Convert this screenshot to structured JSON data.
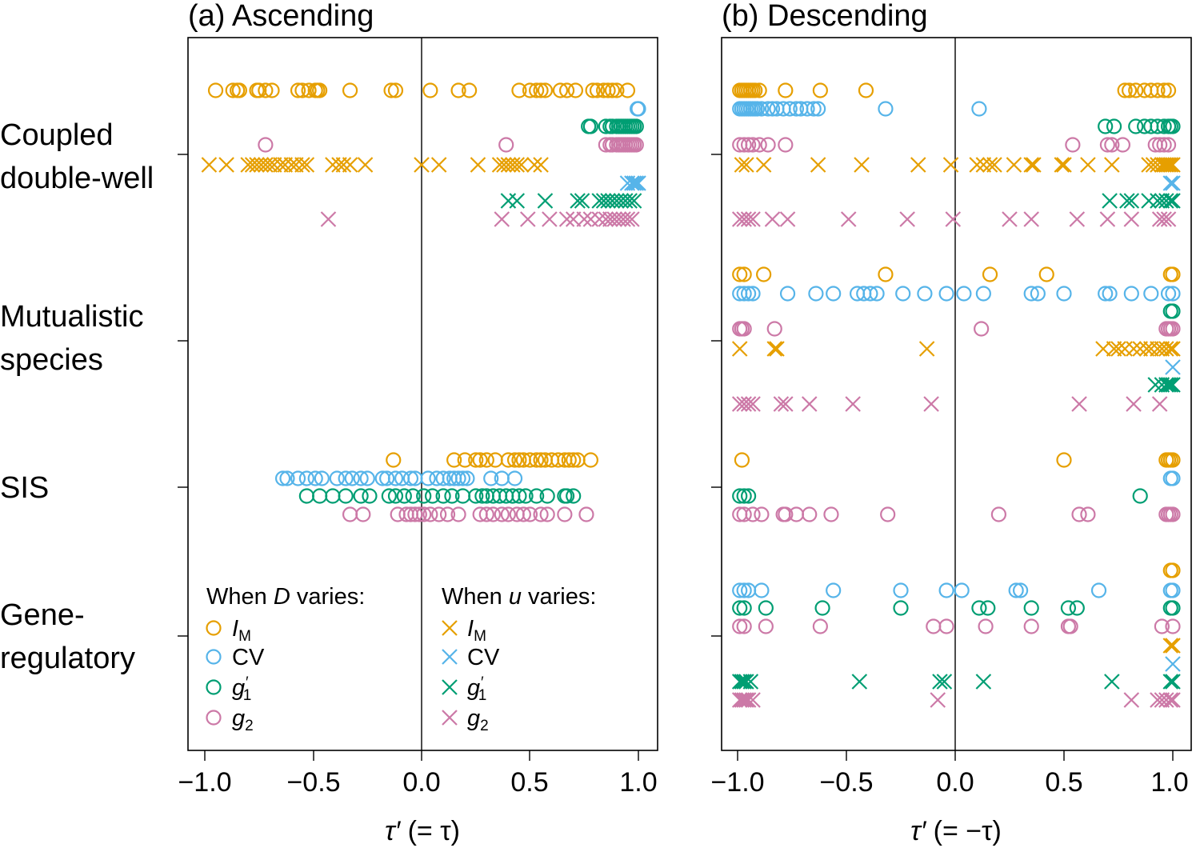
{
  "colors": {
    "I_M": "#E69F00",
    "CV": "#56B4E9",
    "g1": "#009E73",
    "g2": "#CC79A7",
    "axis": "#000000"
  },
  "panels": [
    {
      "title": "(a) Ascending",
      "xlabel_sym": "τ′",
      "xlabel_rest": " (= τ)"
    },
    {
      "title": "(b) Descending",
      "xlabel_sym": "τ′",
      "xlabel_rest": " (= −τ)"
    }
  ],
  "row_labels": [
    [
      "Coupled",
      "double-well"
    ],
    [
      "Mutualistic",
      "species"
    ],
    [
      "SIS"
    ],
    [
      "Gene-",
      "regulatory"
    ]
  ],
  "xticks": [
    "−1.0",
    "−0.5",
    "0.0",
    "0.5",
    "1.0"
  ],
  "legend": {
    "d_title_pre": "When ",
    "d_title_var": "D",
    "d_title_post": " varies:",
    "u_title_pre": "When ",
    "u_title_var": "u",
    "u_title_post": " varies:",
    "items": [
      {
        "key": "I_M",
        "main": "I",
        "sub": "M",
        "prime": "",
        "italic": true
      },
      {
        "key": "CV",
        "main": "CV",
        "sub": "",
        "prime": "",
        "italic": false
      },
      {
        "key": "g1",
        "main": "g",
        "sub": "1",
        "prime": "′",
        "italic": true
      },
      {
        "key": "g2",
        "main": "g",
        "sub": "2",
        "prime": "",
        "italic": true
      }
    ]
  },
  "chart_data": [
    {
      "type": "scatter",
      "title": "(a) Ascending",
      "xlabel": "τ′ (= τ)",
      "xlim": [
        -1.08,
        1.08
      ],
      "xticks": [
        -1.0,
        -0.5,
        0.0,
        0.5,
        1.0
      ],
      "vline": 0,
      "series": [
        {
          "system": "Coupled double-well",
          "varied": "D",
          "indicator": "I_M",
          "marker": "circle",
          "x": [
            -0.95,
            -0.87,
            -0.85,
            -0.84,
            -0.76,
            -0.75,
            -0.72,
            -0.69,
            -0.57,
            -0.55,
            -0.52,
            -0.49,
            -0.48,
            -0.47,
            -0.33,
            -0.14,
            -0.12,
            0.04,
            0.17,
            0.22,
            0.45,
            0.5,
            0.53,
            0.55,
            0.57,
            0.64,
            0.67,
            0.71,
            0.79,
            0.81,
            0.84,
            0.86,
            0.88,
            0.9,
            0.95
          ]
        },
        {
          "system": "Coupled double-well",
          "varied": "D",
          "indicator": "CV",
          "marker": "circle",
          "x": [
            0.995,
            0.999,
            1.0
          ]
        },
        {
          "system": "Coupled double-well",
          "varied": "D",
          "indicator": "g1",
          "marker": "circle",
          "x": [
            0.77,
            0.78,
            0.85,
            0.87,
            0.88,
            0.9,
            0.91,
            0.92,
            0.93,
            0.94,
            0.95,
            0.96,
            0.97,
            0.98,
            0.99
          ]
        },
        {
          "system": "Coupled double-well",
          "varied": "D",
          "indicator": "g2",
          "marker": "circle",
          "x": [
            -0.72,
            0.39,
            0.85,
            0.87,
            0.88,
            0.9,
            0.91,
            0.92,
            0.93,
            0.94,
            0.95,
            0.96,
            0.97,
            0.98,
            0.99
          ]
        },
        {
          "system": "Coupled double-well",
          "varied": "u",
          "indicator": "I_M",
          "marker": "x",
          "x": [
            -0.98,
            -0.9,
            -0.8,
            -0.78,
            -0.76,
            -0.74,
            -0.72,
            -0.7,
            -0.68,
            -0.65,
            -0.63,
            -0.6,
            -0.58,
            -0.55,
            -0.53,
            -0.41,
            -0.38,
            -0.36,
            -0.33,
            -0.26,
            0.0,
            0.08,
            0.26,
            0.36,
            0.38,
            0.4,
            0.42,
            0.44,
            0.46,
            0.52,
            0.55
          ]
        },
        {
          "system": "Coupled double-well",
          "varied": "u",
          "indicator": "CV",
          "marker": "x",
          "x": [
            0.95,
            0.97,
            0.98,
            0.99,
            1.0
          ]
        },
        {
          "system": "Coupled double-well",
          "varied": "u",
          "indicator": "g1",
          "marker": "x",
          "x": [
            0.4,
            0.44,
            0.57,
            0.72,
            0.74,
            0.82,
            0.84,
            0.86,
            0.88,
            0.9,
            0.92,
            0.94,
            0.96,
            0.98
          ]
        },
        {
          "system": "Coupled double-well",
          "varied": "u",
          "indicator": "g2",
          "marker": "x",
          "x": [
            -0.43,
            0.37,
            0.49,
            0.59,
            0.67,
            0.7,
            0.75,
            0.78,
            0.82,
            0.85,
            0.87,
            0.89,
            0.91,
            0.93,
            0.95,
            0.97
          ]
        },
        {
          "system": "SIS",
          "varied": "D",
          "indicator": "I_M",
          "marker": "circle",
          "x": [
            -0.13,
            0.15,
            0.2,
            0.25,
            0.27,
            0.3,
            0.34,
            0.4,
            0.43,
            0.45,
            0.47,
            0.5,
            0.53,
            0.55,
            0.57,
            0.6,
            0.63,
            0.66,
            0.68,
            0.7,
            0.72,
            0.78
          ]
        },
        {
          "system": "SIS",
          "varied": "D",
          "indicator": "CV",
          "marker": "circle",
          "x": [
            -0.64,
            -0.62,
            -0.57,
            -0.53,
            -0.49,
            -0.46,
            -0.39,
            -0.35,
            -0.32,
            -0.28,
            -0.25,
            -0.18,
            -0.16,
            -0.12,
            -0.09,
            -0.05,
            -0.03,
            0.03,
            0.07,
            0.1,
            0.13,
            0.15,
            0.17,
            0.19,
            0.21,
            0.32,
            0.37,
            0.43
          ]
        },
        {
          "system": "SIS",
          "varied": "D",
          "indicator": "g1",
          "marker": "circle",
          "x": [
            -0.53,
            -0.47,
            -0.41,
            -0.35,
            -0.28,
            -0.24,
            -0.15,
            -0.12,
            -0.08,
            -0.04,
            0.01,
            0.05,
            0.1,
            0.14,
            0.19,
            0.25,
            0.28,
            0.3,
            0.33,
            0.36,
            0.39,
            0.42,
            0.45,
            0.48,
            0.53,
            0.58,
            0.66,
            0.67,
            0.7
          ]
        },
        {
          "system": "SIS",
          "varied": "D",
          "indicator": "g2",
          "marker": "circle",
          "x": [
            -0.33,
            -0.27,
            -0.11,
            -0.07,
            -0.05,
            -0.03,
            -0.01,
            0.01,
            0.04,
            0.08,
            0.12,
            0.17,
            0.27,
            0.3,
            0.33,
            0.37,
            0.4,
            0.44,
            0.47,
            0.5,
            0.55,
            0.58,
            0.66,
            0.76
          ]
        }
      ]
    },
    {
      "type": "scatter",
      "title": "(b) Descending",
      "xlabel": "τ′ (= −τ)",
      "xlim": [
        -1.08,
        1.08
      ],
      "xticks": [
        -1.0,
        -0.5,
        0.0,
        0.5,
        1.0
      ],
      "vline": 0,
      "series": [
        {
          "system": "Coupled double-well",
          "varied": "D",
          "indicator": "I_M",
          "marker": "circle",
          "x": [
            -0.99,
            -0.98,
            -0.97,
            -0.96,
            -0.95,
            -0.94,
            -0.93,
            -0.92,
            -0.9,
            -0.78,
            -0.62,
            -0.41,
            0.78,
            0.8,
            0.83,
            0.87,
            0.9,
            0.93,
            0.96,
            0.98
          ]
        },
        {
          "system": "Coupled double-well",
          "varied": "D",
          "indicator": "CV",
          "marker": "circle",
          "x": [
            -0.99,
            -0.98,
            -0.97,
            -0.96,
            -0.95,
            -0.94,
            -0.93,
            -0.92,
            -0.91,
            -0.89,
            -0.86,
            -0.84,
            -0.82,
            -0.79,
            -0.76,
            -0.73,
            -0.71,
            -0.68,
            -0.65,
            -0.63,
            -0.32,
            0.11
          ]
        },
        {
          "system": "Coupled double-well",
          "varied": "D",
          "indicator": "g1",
          "marker": "circle",
          "x": [
            0.69,
            0.73,
            0.83,
            0.87,
            0.9,
            0.93,
            0.96,
            0.98,
            0.99,
            1.0
          ]
        },
        {
          "system": "Coupled double-well",
          "varied": "D",
          "indicator": "g2",
          "marker": "circle",
          "x": [
            -0.99,
            -0.97,
            -0.95,
            -0.93,
            -0.9,
            -0.86,
            -0.78,
            0.54,
            0.7,
            0.72,
            0.77,
            0.92,
            0.94,
            0.96,
            0.98
          ]
        },
        {
          "system": "Coupled double-well",
          "varied": "u",
          "indicator": "I_M",
          "marker": "x",
          "x": [
            -0.98,
            -0.96,
            -0.88,
            -0.63,
            -0.43,
            -0.17,
            -0.02,
            0.1,
            0.13,
            0.16,
            0.18,
            0.27,
            0.35,
            0.36,
            0.49,
            0.5,
            0.61,
            0.72,
            0.89,
            0.91,
            0.93,
            0.95,
            0.96,
            0.97,
            0.98,
            0.99,
            1.0
          ]
        },
        {
          "system": "Coupled double-well",
          "varied": "u",
          "indicator": "CV",
          "marker": "x",
          "x": [
            0.99,
            1.0
          ]
        },
        {
          "system": "Coupled double-well",
          "varied": "u",
          "indicator": "g1",
          "marker": "x",
          "x": [
            0.71,
            0.79,
            0.81,
            0.89,
            0.93,
            0.95,
            0.97,
            0.99,
            1.0
          ]
        },
        {
          "system": "Coupled double-well",
          "varied": "u",
          "indicator": "g2",
          "marker": "x",
          "x": [
            -0.99,
            -0.97,
            -0.95,
            -0.93,
            -0.84,
            -0.77,
            -0.49,
            -0.22,
            -0.01,
            0.25,
            0.35,
            0.56,
            0.7,
            0.81,
            0.94,
            0.96,
            0.98
          ]
        },
        {
          "system": "Mutualistic species",
          "varied": "D",
          "indicator": "I_M",
          "marker": "circle",
          "x": [
            -0.99,
            -0.97,
            -0.88,
            -0.32,
            0.16,
            0.42,
            0.99,
            1.0
          ]
        },
        {
          "system": "Mutualistic species",
          "varied": "D",
          "indicator": "CV",
          "marker": "circle",
          "x": [
            -0.99,
            -0.97,
            -0.95,
            -0.93,
            -0.77,
            -0.64,
            -0.56,
            -0.45,
            -0.42,
            -0.39,
            -0.36,
            -0.24,
            -0.14,
            -0.04,
            0.04,
            0.13,
            0.35,
            0.38,
            0.5,
            0.69,
            0.71,
            0.81,
            0.9,
            0.98,
            1.0
          ]
        },
        {
          "system": "Mutualistic species",
          "varied": "D",
          "indicator": "g1",
          "marker": "circle",
          "x": [
            0.99,
            1.0
          ]
        },
        {
          "system": "Mutualistic species",
          "varied": "D",
          "indicator": "g2",
          "marker": "circle",
          "x": [
            -0.99,
            -0.98,
            -0.97,
            -0.83,
            0.12,
            0.97,
            0.98,
            0.99,
            1.0
          ]
        },
        {
          "system": "Mutualistic species",
          "varied": "u",
          "indicator": "I_M",
          "marker": "x",
          "x": [
            -0.99,
            -0.83,
            -0.82,
            -0.13,
            0.68,
            0.73,
            0.75,
            0.78,
            0.82,
            0.85,
            0.88,
            0.9,
            0.93,
            0.95,
            0.97,
            0.99,
            1.0
          ]
        },
        {
          "system": "Mutualistic species",
          "varied": "u",
          "indicator": "CV",
          "marker": "x",
          "x": [
            1.0
          ]
        },
        {
          "system": "Mutualistic species",
          "varied": "u",
          "indicator": "g1",
          "marker": "x",
          "x": [
            0.92,
            0.95,
            0.97,
            0.98,
            0.99,
            1.0
          ]
        },
        {
          "system": "Mutualistic species",
          "varied": "u",
          "indicator": "g2",
          "marker": "x",
          "x": [
            -0.99,
            -0.97,
            -0.95,
            -0.93,
            -0.8,
            -0.78,
            -0.67,
            -0.47,
            -0.11,
            0.57,
            0.82,
            0.94
          ]
        },
        {
          "system": "SIS",
          "varied": "D",
          "indicator": "I_M",
          "marker": "circle",
          "x": [
            -0.98,
            0.5,
            0.97,
            0.98,
            0.99,
            1.0
          ]
        },
        {
          "system": "SIS",
          "varied": "D",
          "indicator": "CV",
          "marker": "circle",
          "x": [
            0.99,
            1.0
          ]
        },
        {
          "system": "SIS",
          "varied": "D",
          "indicator": "g1",
          "marker": "circle",
          "x": [
            -0.99,
            -0.97,
            -0.95,
            0.85
          ]
        },
        {
          "system": "SIS",
          "varied": "D",
          "indicator": "g2",
          "marker": "circle",
          "x": [
            -0.99,
            -0.97,
            -0.93,
            -0.89,
            -0.79,
            -0.78,
            -0.73,
            -0.67,
            -0.57,
            -0.31,
            0.2,
            0.57,
            0.61,
            0.97,
            0.98,
            0.99,
            1.0
          ]
        },
        {
          "system": "Gene-regulatory",
          "varied": "D",
          "indicator": "I_M",
          "marker": "circle",
          "x": [
            0.99,
            1.0
          ]
        },
        {
          "system": "Gene-regulatory",
          "varied": "D",
          "indicator": "CV",
          "marker": "circle",
          "x": [
            -0.99,
            -0.97,
            -0.95,
            -0.89,
            -0.56,
            -0.25,
            -0.04,
            0.03,
            0.28,
            0.3,
            0.66,
            0.99,
            1.0
          ]
        },
        {
          "system": "Gene-regulatory",
          "varied": "D",
          "indicator": "g1",
          "marker": "circle",
          "x": [
            -0.99,
            -0.97,
            -0.87,
            -0.61,
            -0.25,
            0.11,
            0.15,
            0.35,
            0.52,
            0.56,
            0.99,
            1.0
          ]
        },
        {
          "system": "Gene-regulatory",
          "varied": "D",
          "indicator": "g2",
          "marker": "circle",
          "x": [
            -0.99,
            -0.97,
            -0.87,
            -0.62,
            -0.1,
            -0.04,
            0.14,
            0.35,
            0.52,
            0.53,
            0.95,
            1.0
          ]
        },
        {
          "system": "Gene-regulatory",
          "varied": "u",
          "indicator": "I_M",
          "marker": "x",
          "x": [
            0.99,
            1.0
          ]
        },
        {
          "system": "Gene-regulatory",
          "varied": "u",
          "indicator": "CV",
          "marker": "x",
          "x": [
            1.0
          ]
        },
        {
          "system": "Gene-regulatory",
          "varied": "u",
          "indicator": "g1",
          "marker": "x",
          "x": [
            -0.99,
            -0.98,
            -0.97,
            -0.96,
            -0.94,
            -0.44,
            -0.07,
            -0.05,
            0.13,
            0.72,
            0.99,
            1.0
          ]
        },
        {
          "system": "Gene-regulatory",
          "varied": "u",
          "indicator": "g2",
          "marker": "x",
          "x": [
            -0.99,
            -0.98,
            -0.97,
            -0.96,
            -0.95,
            -0.93,
            -0.08,
            0.81,
            0.93,
            0.95,
            0.97,
            0.99,
            1.0
          ]
        }
      ]
    }
  ]
}
